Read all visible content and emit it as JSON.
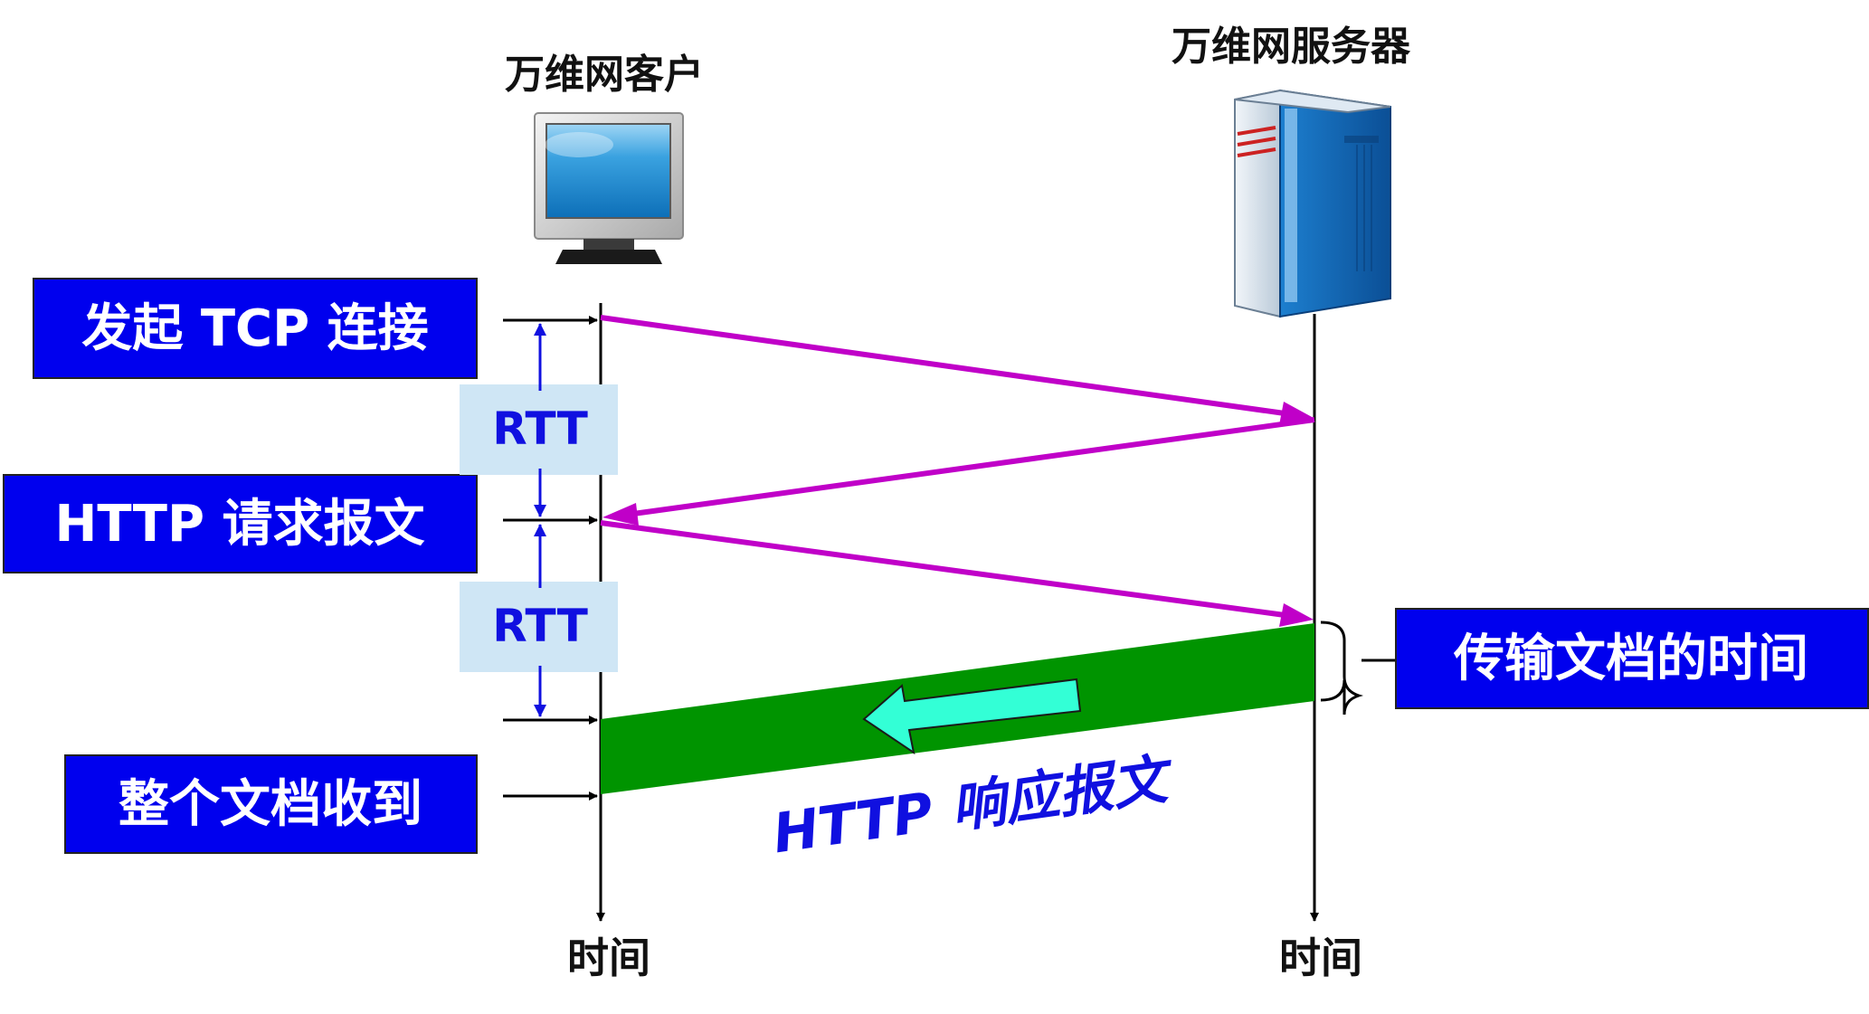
{
  "client": {
    "title": "万维网客户",
    "time_label": "时间",
    "icon": "computer-monitor-icon"
  },
  "server": {
    "title": "万维网服务器",
    "time_label": "时间",
    "icon": "server-tower-icon"
  },
  "left_labels": {
    "tcp_connect": "发起 TCP 连接",
    "http_request": "HTTP 请求报文",
    "doc_received": "整个文档收到"
  },
  "rtt_labels": [
    "RTT",
    "RTT"
  ],
  "right_label": "传输文档的时间",
  "response_label": "HTTP 响应报文",
  "colors": {
    "label_box_bg": "#0000EE",
    "label_box_text": "#FFFFFF",
    "rtt_box_bg": "#CFE6F5",
    "rtt_text": "#1010E0",
    "message_arrow": "#C000C8",
    "response_band": "#009400",
    "response_arrow": "#33FFD6",
    "response_text": "#1010E0",
    "timeline": "#000000"
  }
}
